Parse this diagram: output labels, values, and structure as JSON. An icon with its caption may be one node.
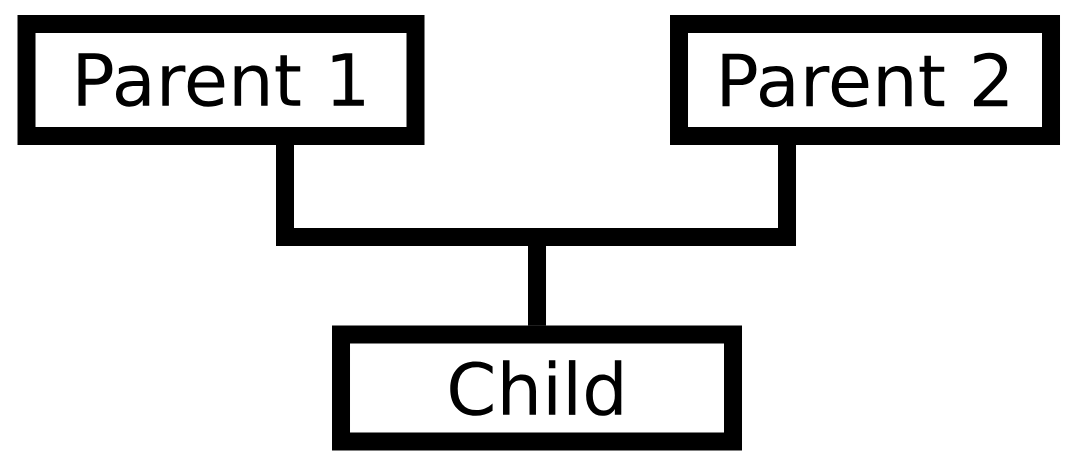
{
  "diagram": {
    "nodes": [
      {
        "text": [
          "Parent 1"
        ]
      },
      {
        "text": [
          "Parent 2"
        ]
      },
      {
        "text": [
          "Child"
        ]
      }
    ],
    "edges": [
      {
        "from": 0,
        "to": 2,
        "arrow": "none"
      },
      {
        "from": 1,
        "to": 2,
        "arrow": "none"
      }
    ]
  }
}
